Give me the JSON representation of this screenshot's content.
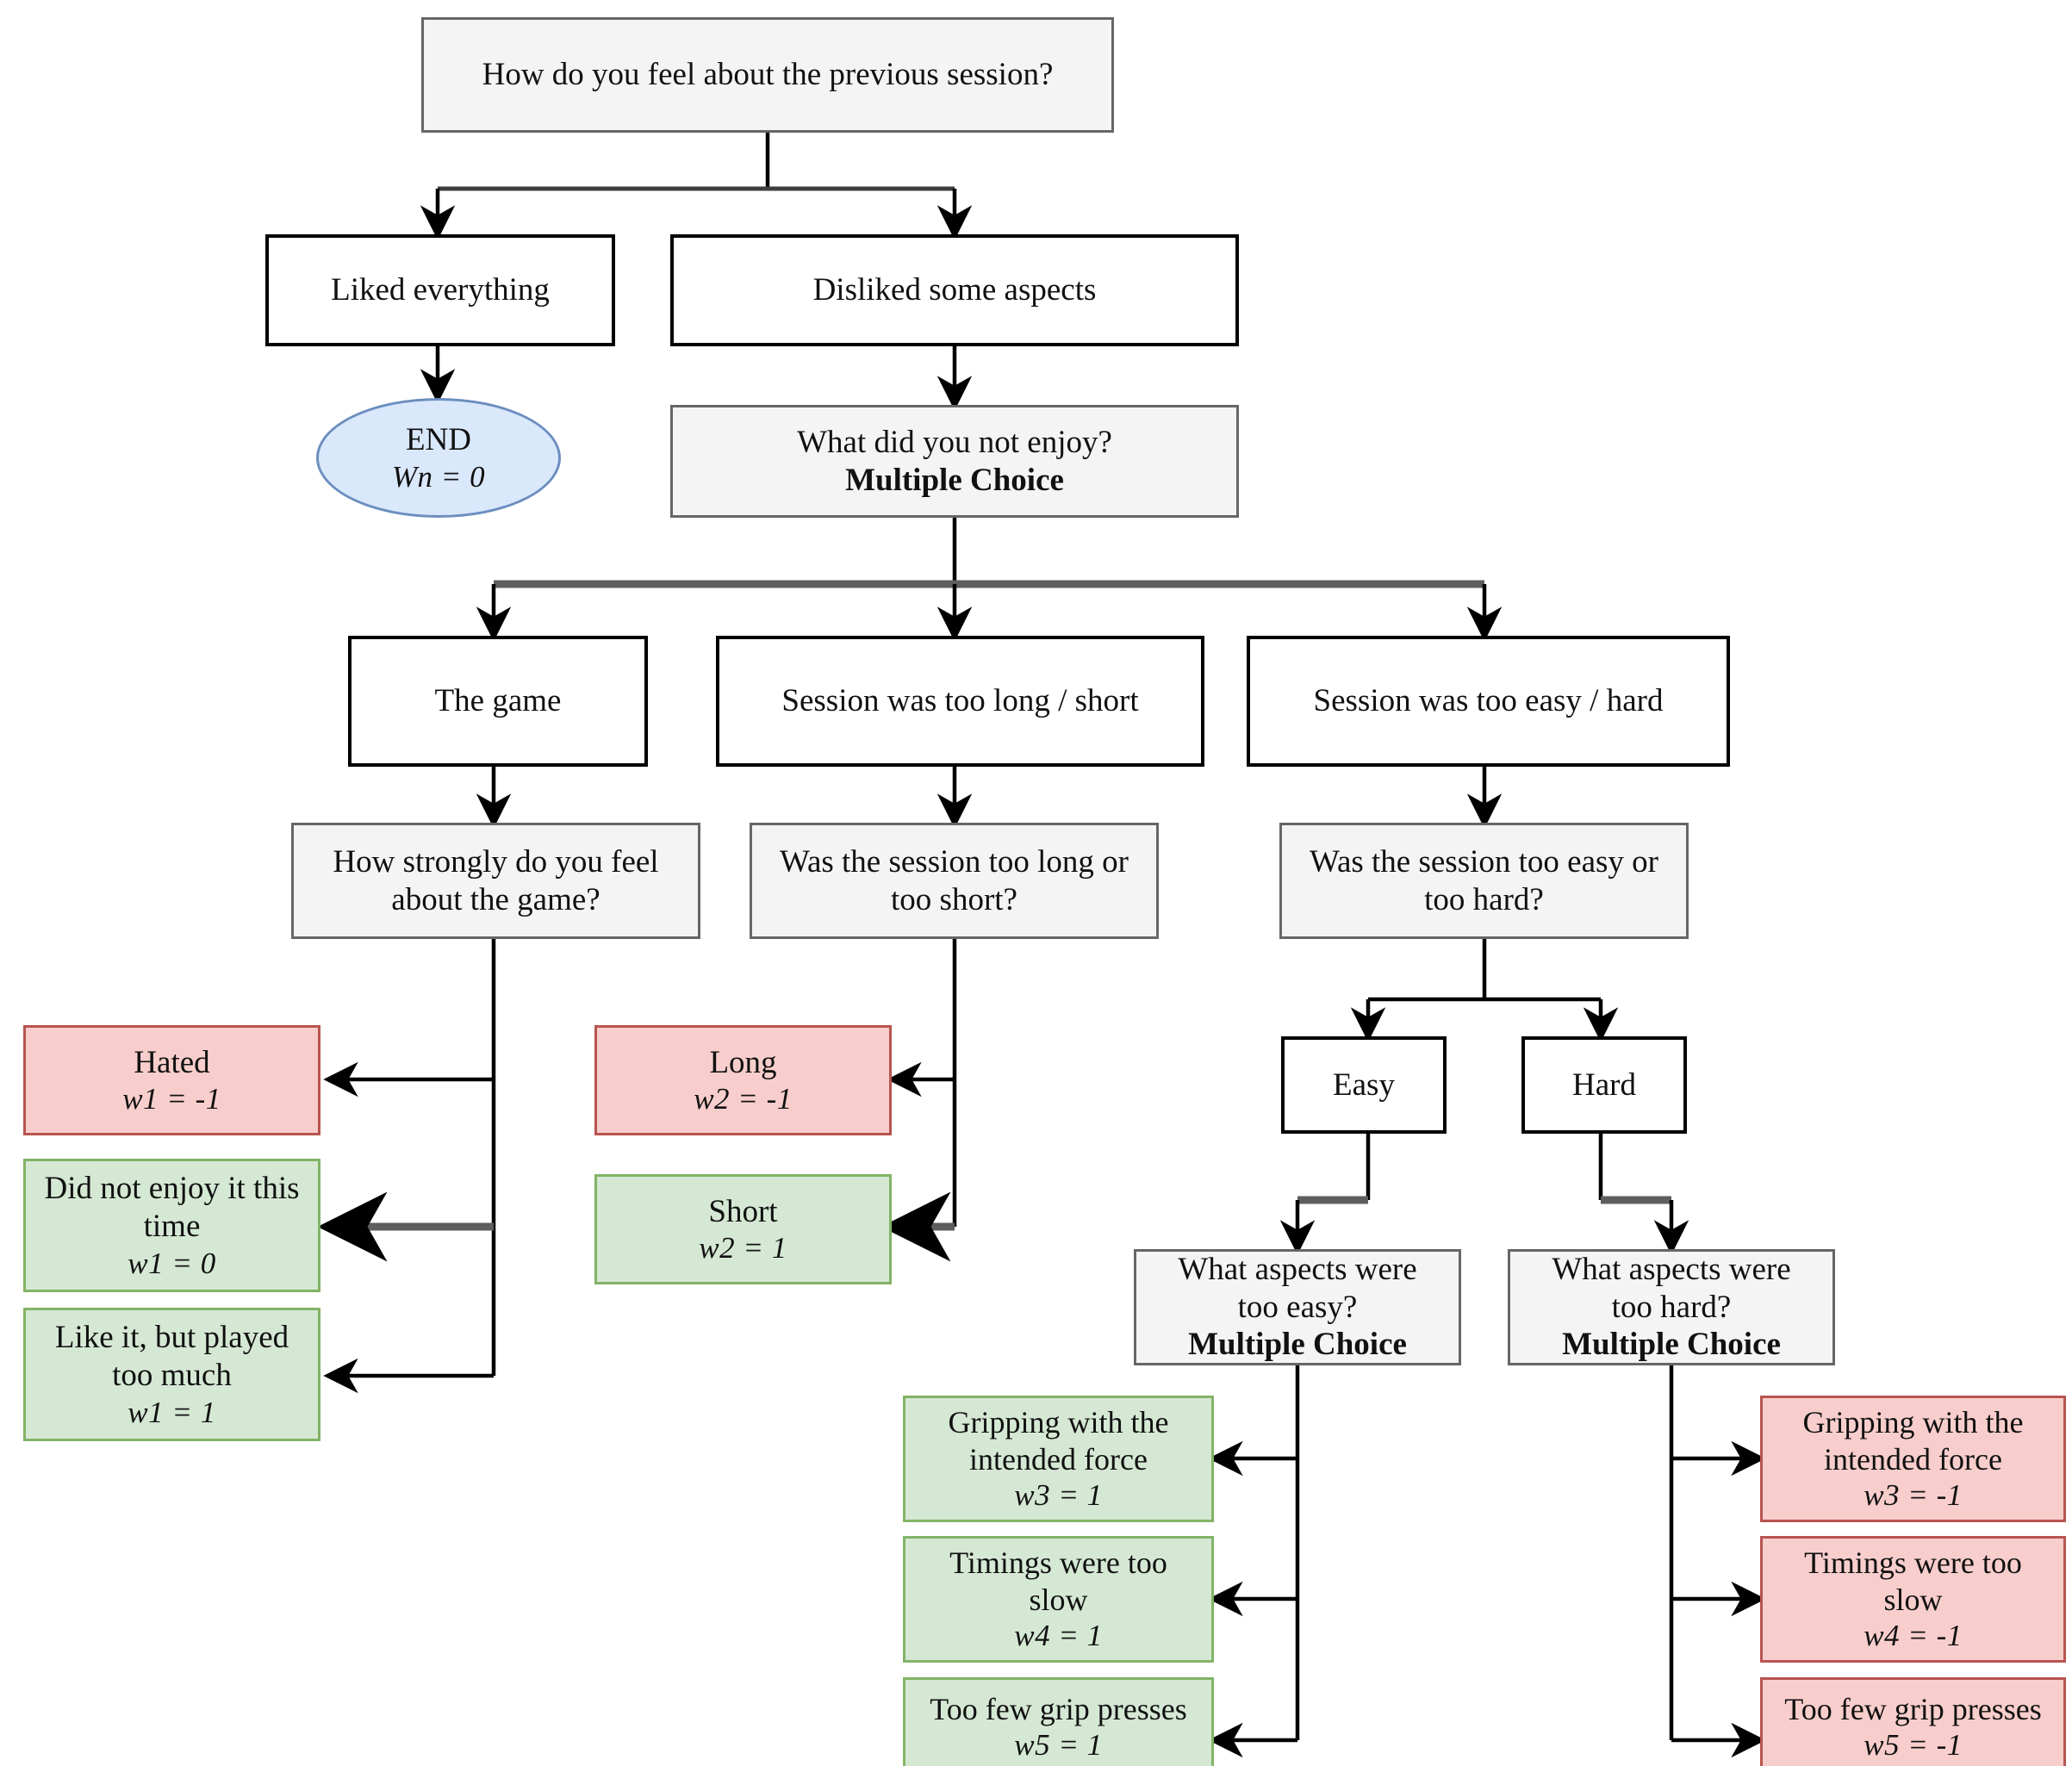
{
  "diagram": {
    "title": "Session feedback questionnaire decision flow",
    "colors": {
      "question_fill": "#f4f4f4",
      "question_border": "#666666",
      "option_fill": "#ffffff",
      "option_border": "#000000",
      "negative_fill": "#f8cecc",
      "negative_border": "#b85450",
      "positive_fill": "#d5e8d4",
      "positive_border": "#82b366",
      "end_fill": "#dae8fc",
      "end_border": "#6c8ebf",
      "edge_black": "#000000",
      "edge_gray": "#666666"
    },
    "nodes": {
      "root_question": {
        "label": "How do you feel about the previous session?"
      },
      "liked_everything": {
        "label": "Liked everything"
      },
      "disliked_some": {
        "label": "Disliked some aspects"
      },
      "end": {
        "label": "END",
        "weight": "Wn = 0"
      },
      "not_enjoy_question": {
        "label": "What did you not enjoy?",
        "subtitle": "Multiple Choice"
      },
      "the_game": {
        "label": "The game"
      },
      "too_long_short": {
        "label": "Session was too long / short"
      },
      "too_easy_hard": {
        "label": "Session was too easy / hard"
      },
      "how_strongly_question": {
        "line1": "How strongly do you feel",
        "line2": "about the game?"
      },
      "long_or_short_question": {
        "line1": "Was the session too long or",
        "line2": "too short?"
      },
      "easy_or_hard_question": {
        "line1": "Was the session too easy or",
        "line2": "too hard?"
      },
      "hated": {
        "label": "Hated",
        "weight": "w1 = -1"
      },
      "did_not_enjoy_this_time": {
        "line1": "Did not enjoy it this",
        "line2": "time",
        "weight": "w1 = 0"
      },
      "like_but_played_too_much": {
        "line1": "Like it, but played",
        "line2": "too much",
        "weight": "w1 = 1"
      },
      "long": {
        "label": "Long",
        "weight": "w2 = -1"
      },
      "short": {
        "label": "Short",
        "weight": "w2 = 1"
      },
      "easy": {
        "label": "Easy"
      },
      "hard": {
        "label": "Hard"
      },
      "too_easy_aspects_question": {
        "line1": "What aspects were",
        "line2": "too easy?",
        "subtitle": "Multiple Choice"
      },
      "too_hard_aspects_question": {
        "line1": "What aspects were",
        "line2": "too hard?",
        "subtitle": "Multiple Choice"
      },
      "easy_gripping": {
        "line1": "Gripping with the",
        "line2": "intended force",
        "weight": "w3 = 1"
      },
      "easy_timings": {
        "line1": "Timings were too",
        "line2": "slow",
        "weight": "w4 = 1"
      },
      "easy_grip_presses": {
        "label": "Too few grip presses",
        "weight": "w5 = 1"
      },
      "hard_gripping": {
        "line1": "Gripping with the",
        "line2": "intended force",
        "weight": "w3 = -1"
      },
      "hard_timings": {
        "line1": "Timings were too",
        "line2": "slow",
        "weight": "w4 = -1"
      },
      "hard_grip_presses": {
        "label": "Too few grip presses",
        "weight": "w5 = -1"
      }
    }
  }
}
